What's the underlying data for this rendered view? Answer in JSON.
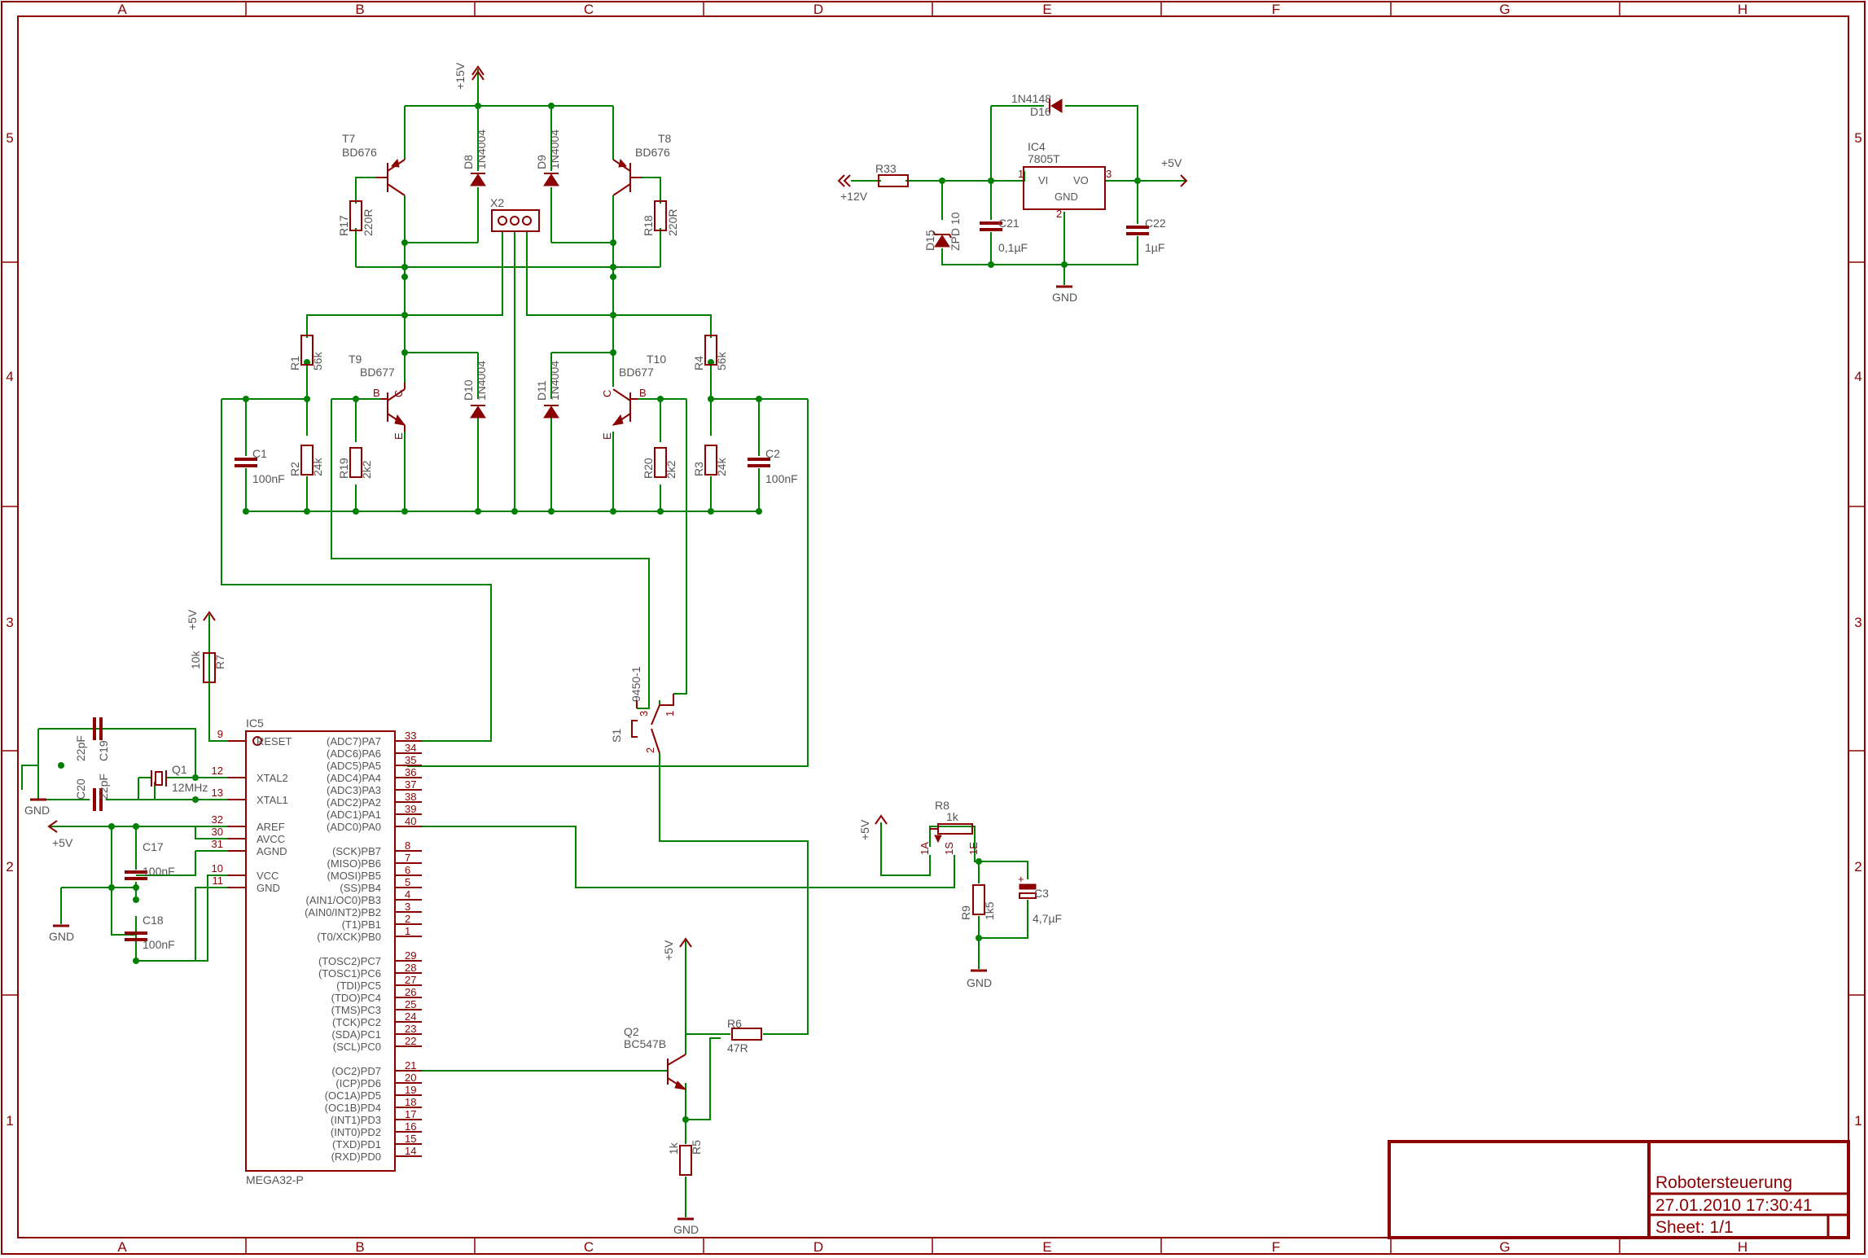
{
  "frame": {
    "columns": [
      "A",
      "B",
      "C",
      "D",
      "E",
      "F",
      "G",
      "H"
    ],
    "rows": [
      "5",
      "4",
      "3",
      "2",
      "1"
    ]
  },
  "title_block": {
    "title": "Robotersteuerung",
    "date": "27.01.2010 17:30:41",
    "sheet": "Sheet: 1/1"
  },
  "supplies": {
    "p15": "+15V",
    "p12": "+12V",
    "p5": "+5V",
    "gnd": "GND"
  },
  "parts": {
    "T7": {
      "name": "T7",
      "value": "BD676"
    },
    "T8": {
      "name": "T8",
      "value": "BD676"
    },
    "T9": {
      "name": "T9",
      "value": "BD677"
    },
    "T10": {
      "name": "T10",
      "value": "BD677"
    },
    "D8": {
      "name": "D8",
      "value": "1N4004"
    },
    "D9": {
      "name": "D9",
      "value": "1N4004"
    },
    "D10": {
      "name": "D10",
      "value": "1N4004"
    },
    "D11": {
      "name": "D11",
      "value": "1N4004"
    },
    "R17": {
      "name": "R17",
      "value": "220R"
    },
    "R18": {
      "name": "R18",
      "value": "220R"
    },
    "X2": {
      "name": "X2"
    },
    "R1": {
      "name": "R1",
      "value": "56k"
    },
    "R4": {
      "name": "R4",
      "value": "56k"
    },
    "R2": {
      "name": "R2",
      "value": "24k"
    },
    "R3": {
      "name": "R3",
      "value": "24k"
    },
    "R19": {
      "name": "R19",
      "value": "2k2"
    },
    "R20": {
      "name": "R20",
      "value": "2k2"
    },
    "C1": {
      "name": "C1",
      "value": "100nF"
    },
    "C2": {
      "name": "C2",
      "value": "100nF"
    },
    "R33": {
      "name": "R33"
    },
    "D15": {
      "name": "D15",
      "value": "ZPD 10"
    },
    "D16": {
      "name": "D16",
      "value": "1N4148"
    },
    "IC4": {
      "name": "IC4",
      "value": "7805T",
      "vi": "VI",
      "vo": "VO",
      "gnd": "GND",
      "p1": "1",
      "p2": "2",
      "p3": "3"
    },
    "C21": {
      "name": "C21",
      "value": "0,1µF"
    },
    "C22": {
      "name": "C22",
      "value": "1µF"
    },
    "R7": {
      "name": "R7",
      "value": "10k"
    },
    "C19": {
      "name": "C19",
      "value": "22pF"
    },
    "C20": {
      "name": "C20",
      "value": "22pF"
    },
    "Q1": {
      "name": "Q1",
      "value": "12MHz"
    },
    "C17": {
      "name": "C17",
      "value": "100nF"
    },
    "C18": {
      "name": "C18",
      "value": "100nF"
    },
    "IC5": {
      "name": "IC5",
      "value": "MEGA32-P"
    },
    "S1": {
      "name": "S1",
      "value": "9450-1",
      "p1": "1",
      "p2": "2",
      "p3": "3"
    },
    "R8": {
      "name": "R8",
      "value": "1k",
      "p1": "1A",
      "p2": "1S",
      "p3": "1E"
    },
    "R9": {
      "name": "R9",
      "value": "1k5"
    },
    "C3": {
      "name": "C3",
      "value": "4,7µF"
    },
    "Q2": {
      "name": "Q2",
      "value": "BC547B"
    },
    "R6": {
      "name": "R6",
      "value": "47R"
    },
    "R5": {
      "name": "R5",
      "value": "1k"
    }
  },
  "pin_letters": {
    "b": "B",
    "c": "C",
    "e": "E"
  },
  "mcu": {
    "left_pins": [
      {
        "num": "9",
        "label": "RESET"
      },
      {
        "num": "12",
        "label": "XTAL2"
      },
      {
        "num": "13",
        "label": "XTAL1"
      },
      {
        "num": "32",
        "label": "AREF"
      },
      {
        "num": "30",
        "label": "AVCC"
      },
      {
        "num": "31",
        "label": "AGND"
      },
      {
        "num": "10",
        "label": "VCC"
      },
      {
        "num": "11",
        "label": "GND"
      }
    ],
    "right_pins": [
      {
        "num": "33",
        "label": "(ADC7)PA7"
      },
      {
        "num": "34",
        "label": "(ADC6)PA6"
      },
      {
        "num": "35",
        "label": "(ADC5)PA5"
      },
      {
        "num": "36",
        "label": "(ADC4)PA4"
      },
      {
        "num": "37",
        "label": "(ADC3)PA3"
      },
      {
        "num": "38",
        "label": "(ADC2)PA2"
      },
      {
        "num": "39",
        "label": "(ADC1)PA1"
      },
      {
        "num": "40",
        "label": "(ADC0)PA0"
      },
      {
        "num": "8",
        "label": "(SCK)PB7"
      },
      {
        "num": "7",
        "label": "(MISO)PB6"
      },
      {
        "num": "6",
        "label": "(MOSI)PB5"
      },
      {
        "num": "5",
        "label": "(SS)PB4"
      },
      {
        "num": "4",
        "label": "(AIN1/OC0)PB3"
      },
      {
        "num": "3",
        "label": "(AIN0/INT2)PB2"
      },
      {
        "num": "2",
        "label": "(T1)PB1"
      },
      {
        "num": "1",
        "label": "(T0/XCK)PB0"
      },
      {
        "num": "29",
        "label": "(TOSC2)PC7"
      },
      {
        "num": "28",
        "label": "(TOSC1)PC6"
      },
      {
        "num": "27",
        "label": "(TDI)PC5"
      },
      {
        "num": "26",
        "label": "(TDO)PC4"
      },
      {
        "num": "25",
        "label": "(TMS)PC3"
      },
      {
        "num": "24",
        "label": "(TCK)PC2"
      },
      {
        "num": "23",
        "label": "(SDA)PC1"
      },
      {
        "num": "22",
        "label": "(SCL)PC0"
      },
      {
        "num": "21",
        "label": "(OC2)PD7"
      },
      {
        "num": "20",
        "label": "(ICP)PD6"
      },
      {
        "num": "19",
        "label": "(OC1A)PD5"
      },
      {
        "num": "18",
        "label": "(OC1B)PD4"
      },
      {
        "num": "17",
        "label": "(INT1)PD3"
      },
      {
        "num": "16",
        "label": "(INT0)PD2"
      },
      {
        "num": "15",
        "label": "(TXD)PD1"
      },
      {
        "num": "14",
        "label": "(RXD)PD0"
      }
    ]
  },
  "colors": {
    "frame": "#8b0000",
    "wire": "#008000",
    "label": "#555555",
    "background": "#ffffff"
  }
}
